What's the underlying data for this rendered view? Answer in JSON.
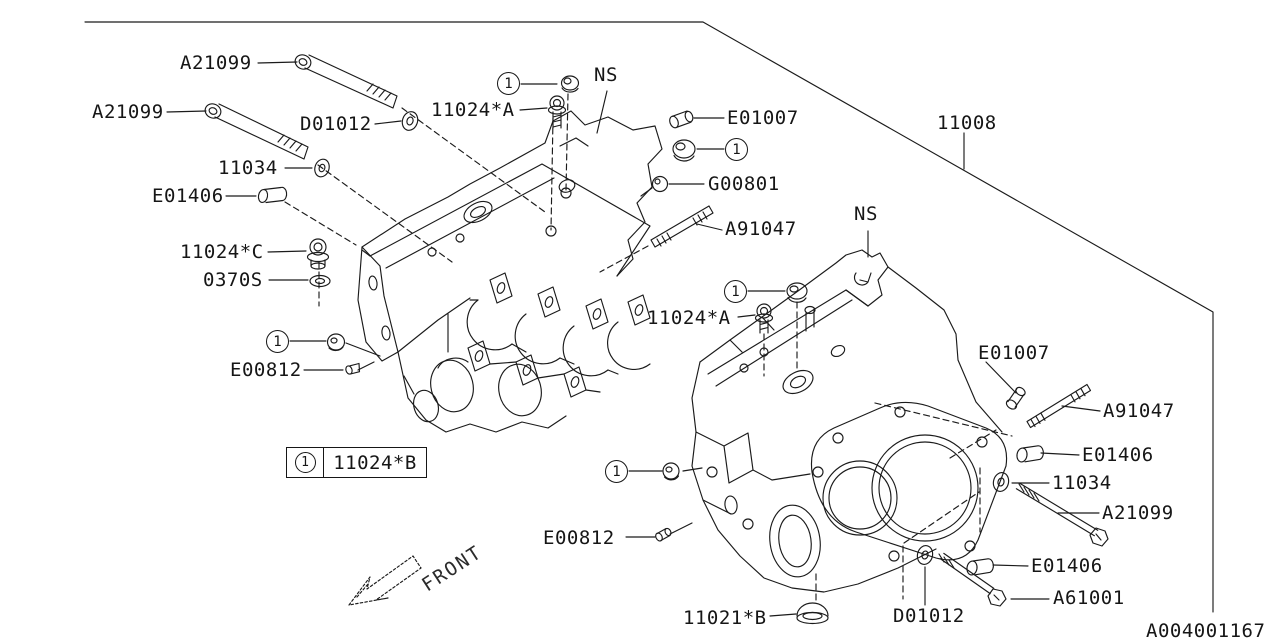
{
  "colors": {
    "ink": "#1b1b1b",
    "background": "#ffffff"
  },
  "badge": {
    "one": "1"
  },
  "legend": {
    "index": "1",
    "part": "11024*B"
  },
  "labels": {
    "a21099_1": "A21099",
    "a21099_2": "A21099",
    "d01012_1": "D01012",
    "p11024a_1": "11024*A",
    "p11034_1": "11034",
    "e01406_1": "E01406",
    "p11024c": "11024*C",
    "p0370s": "0370S",
    "e00812_1": "E00812",
    "ns_1": "NS",
    "e01007_1": "E01007",
    "g00801": "G00801",
    "a91047_1": "A91047",
    "p11008": "11008",
    "ns_2": "NS",
    "p11024a_2": "11024*A",
    "e01007_2": "E01007",
    "a91047_2": "A91047",
    "e01406_2": "E01406",
    "p11034_2": "11034",
    "a21099_3": "A21099",
    "e00812_2": "E00812",
    "e01406_3": "E01406",
    "a61001": "A61001",
    "p11021b": "11021*B",
    "d01012_2": "D01012",
    "front": "FRONT",
    "footer": "A004001167"
  },
  "icons": {
    "a21099": "flange-bolt-icon",
    "d01012": "sealing-washer-icon",
    "11034": "washer-icon",
    "e01406": "sleeve-plug-icon",
    "11024": "socket-head-bolt-icon",
    "0370s": "gasket-washer-icon",
    "e00812": "taper-plug-icon",
    "e01007": "dowel-pin-icon",
    "g00801": "oring-icon",
    "a91047": "stud-bolt-icon",
    "a61001": "hex-bolt-icon",
    "11021b": "dome-plug-icon",
    "callout_index": "circled-index-badge",
    "front_arrow": "front-direction-arrow-icon"
  }
}
